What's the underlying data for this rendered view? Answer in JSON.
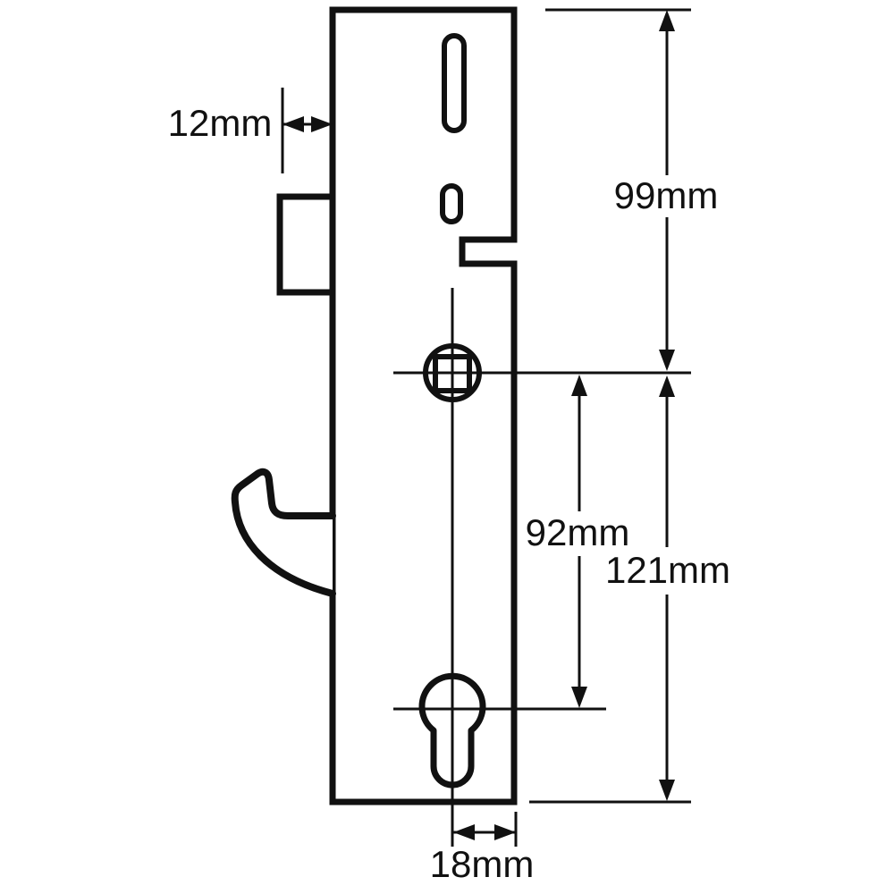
{
  "diagram": {
    "type": "technical-drawing",
    "subject": "Multipoint door lock gearbox side profile with dimension callouts",
    "background_color": "#ffffff",
    "line_color": "#111111",
    "parts": [
      "faceplate",
      "latch-bolt",
      "hook-bolt",
      "mounting-slot",
      "fixing-slot",
      "faceplate-notch",
      "spindle-follower",
      "euro-cylinder-cutout"
    ],
    "dimensions": {
      "faceplate_to_latch": {
        "label": "12mm",
        "value_mm": 12
      },
      "top_to_spindle": {
        "label": "99mm",
        "value_mm": 99
      },
      "spindle_to_cylinder": {
        "label": "92mm",
        "value_mm": 92
      },
      "spindle_to_bottom": {
        "label": "121mm",
        "value_mm": 121
      },
      "centre_to_edge": {
        "label": "18mm",
        "value_mm": 18
      }
    }
  }
}
